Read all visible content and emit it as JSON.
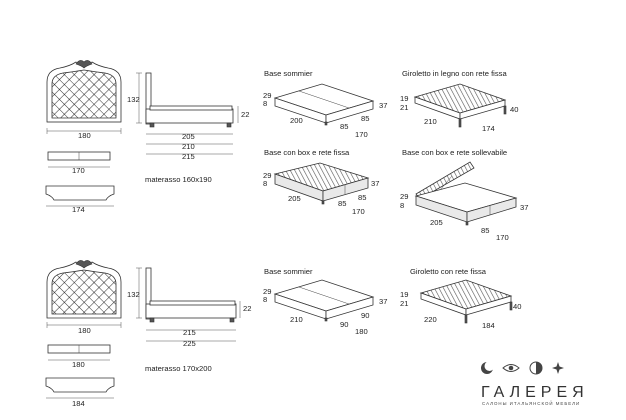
{
  "colors": {
    "line": "#333333",
    "background": "#ffffff",
    "text": "#222222"
  },
  "row1": {
    "front_width": "180",
    "side_height": "132",
    "side_low": "22",
    "side_len_a": "205",
    "side_len_b": "210",
    "side_len_c": "215",
    "footboard_w": "170",
    "base_w": "174",
    "mattress": "materasso 160x190",
    "variants": [
      {
        "title": "Base sommier",
        "h1": "29",
        "h2": "8",
        "h3": "37",
        "len": "200",
        "w1": "85",
        "w2": "85",
        "tot": "170"
      },
      {
        "title": "Giroletto in legno con rete fissa",
        "h1": "19",
        "h2": "21",
        "h3": "40",
        "len": "210",
        "tot": "174"
      },
      {
        "title": "Base con box e rete fissa",
        "h1": "29",
        "h2": "8",
        "h3": "37",
        "len": "205",
        "w1": "85",
        "w2": "85",
        "tot": "170"
      },
      {
        "title": "Base con box e rete sollevabile",
        "h1": "29",
        "h2": "8",
        "h3": "37",
        "len": "205",
        "w1": "85",
        "tot": "170"
      }
    ]
  },
  "row2": {
    "front_width": "180",
    "side_height": "132",
    "side_low": "22",
    "side_len_a": "215",
    "side_len_b": "225",
    "footboard_w": "180",
    "base_w": "184",
    "mattress": "materasso 170x200",
    "variants": [
      {
        "title": "Base sommier",
        "h1": "29",
        "h2": "8",
        "h3": "37",
        "len": "210",
        "w1": "90",
        "w2": "90",
        "tot": "180"
      },
      {
        "title": "Giroletto con rete fissa",
        "h1": "19",
        "h2": "21",
        "h3": "40",
        "len": "220",
        "tot": "184"
      }
    ]
  },
  "logo": {
    "name": "ГАЛЕРЕЯ",
    "tagline": "САЛОНЫ ИТАЛЬЯНСКОЙ МЕБЕЛИ",
    "marks": [
      "moon-icon",
      "eye-icon",
      "sun-icon",
      "star-icon"
    ]
  }
}
